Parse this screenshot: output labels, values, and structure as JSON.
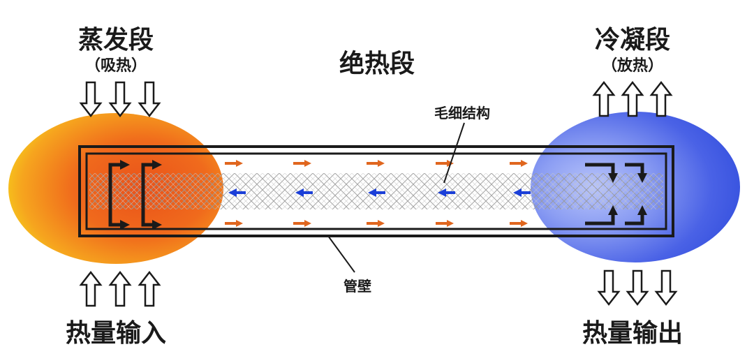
{
  "labels": {
    "evaporator": "蒸发段",
    "evaporator_sub": "（吸热）",
    "adiabatic": "绝热段",
    "condenser": "冷凝段",
    "condenser_sub": "（放热）",
    "capillary": "毛细结构",
    "wall": "管壁",
    "heat_in": "热量输入",
    "heat_out": "热量输出"
  },
  "colors": {
    "hot_outer": "#f5e21a",
    "hot_mid": "#f47a1e",
    "hot_inner": "#ee5a1a",
    "cold_outer": "#3d55e0",
    "cold_inner": "#a9b8f7",
    "vapor_arrow": "#e0661e",
    "liquid_arrow": "#1b3fd8",
    "tube": "#1a1a1a"
  },
  "icons": {
    "heat_in_top": "down-arrow-outline-icon",
    "heat_in_bottom": "up-arrow-outline-icon",
    "heat_out_top": "up-arrow-outline-icon",
    "heat_out_bottom": "down-arrow-outline-icon",
    "vapor_flow": "right-arrow-icon",
    "liquid_flow": "left-arrow-icon"
  }
}
